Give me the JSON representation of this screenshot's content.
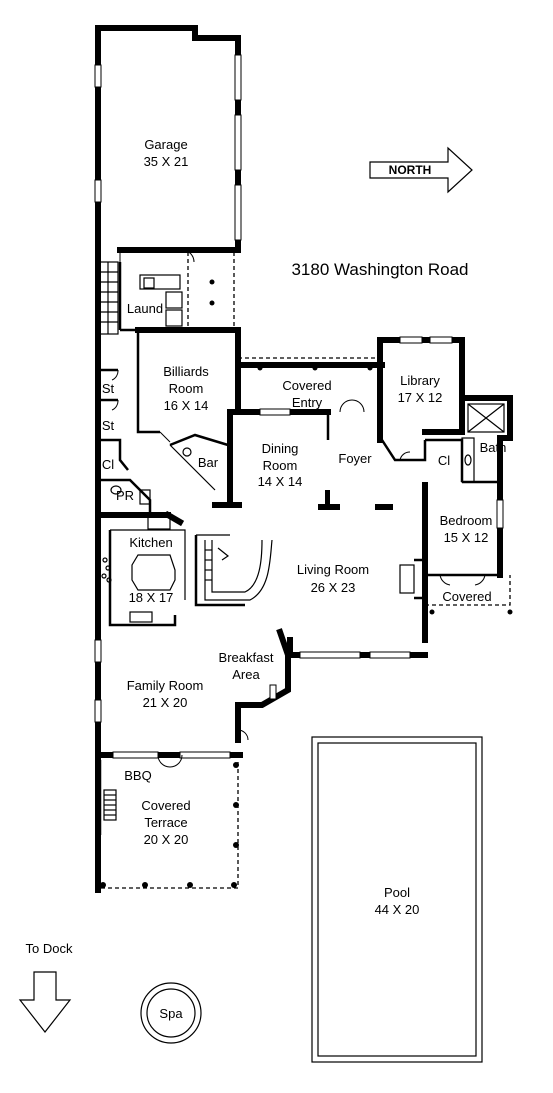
{
  "address": "3180 Washington Road",
  "north_label": "NORTH",
  "to_dock_label": "To Dock",
  "spa_label": "Spa",
  "rooms": {
    "garage": {
      "name": "Garage",
      "size": "35 X 21"
    },
    "laundry": {
      "name": "Laund"
    },
    "billiards": {
      "name1": "Billiards",
      "name2": "Room",
      "size": "16 X 14"
    },
    "covered_entry": {
      "name1": "Covered",
      "name2": "Entry"
    },
    "library": {
      "name": "Library",
      "size": "17 X 12"
    },
    "dining": {
      "name1": "Dining",
      "name2": "Room",
      "size": "14 X 14"
    },
    "foyer": {
      "name": "Foyer"
    },
    "bar": {
      "name": "Bar"
    },
    "bath": {
      "name": "Bath"
    },
    "closet1": {
      "name": "Cl"
    },
    "closet2": {
      "name": "Cl"
    },
    "storage1": {
      "name": "St"
    },
    "storage2": {
      "name": "St"
    },
    "powder": {
      "name": "PR"
    },
    "bedroom": {
      "name": "Bedroom",
      "size": "15 X 12"
    },
    "kitchen": {
      "name": "Kitchen",
      "size": "18 X 17"
    },
    "living": {
      "name": "Living Room",
      "size": "26 X 23"
    },
    "covered_bedroom": {
      "name": "Covered"
    },
    "breakfast": {
      "name1": "Breakfast",
      "name2": "Area"
    },
    "family": {
      "name": "Family Room",
      "size": "21 X 20"
    },
    "bbq": {
      "name": "BBQ"
    },
    "terrace": {
      "name1": "Covered",
      "name2": "Terrace",
      "size": "20 X 20"
    },
    "pool": {
      "name": "Pool",
      "size": "44 X 20"
    }
  }
}
